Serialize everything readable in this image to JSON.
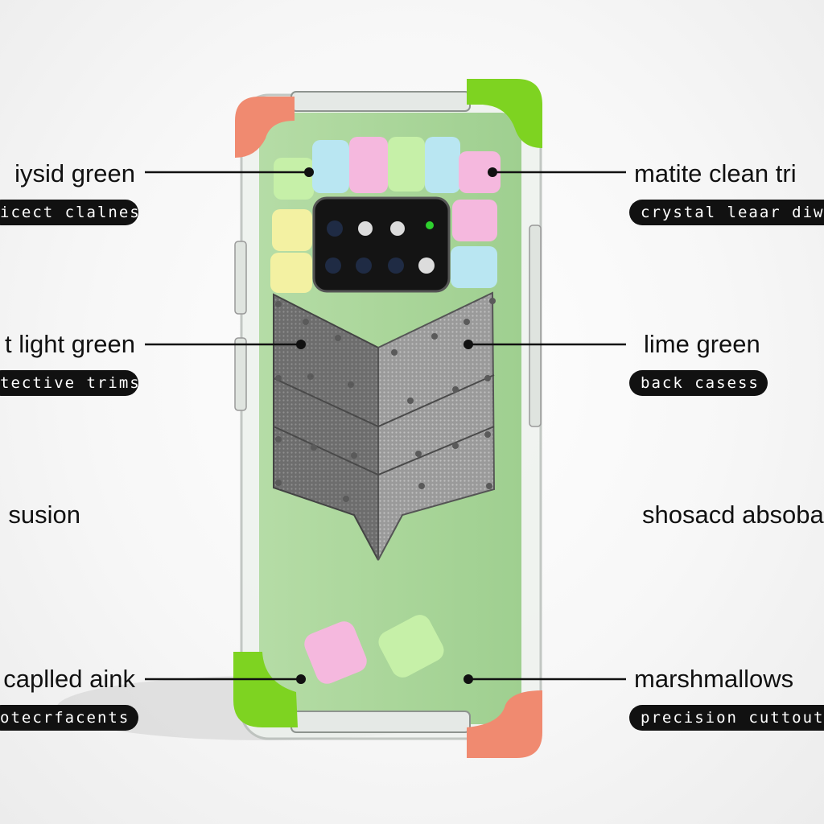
{
  "callouts": {
    "top_left": {
      "label": "iysid green",
      "tag": "icect clalnes"
    },
    "mid_left": {
      "label": "t light green",
      "tag": "tective trims"
    },
    "low_left": {
      "label": "susion",
      "tag": ""
    },
    "bot_left": {
      "label": "capl​led aink",
      "tag": "otecrfacents"
    },
    "top_right": {
      "label": "matite clean tri",
      "tag": "crystal leaar diwa"
    },
    "mid_right": {
      "label": "lime green",
      "tag": "back casess"
    },
    "low_right": {
      "label": "shosacd absoba",
      "tag": ""
    },
    "bot_right": {
      "label": "marshmallows",
      "tag": "precision cuttouts"
    }
  },
  "colors": {
    "case_body": "#a9d69b",
    "corner_coral": "#f08a70",
    "corner_lime": "#7ed321",
    "shield_metal": "#7a7a7a",
    "camera": "#141414",
    "marshmallow_pink": "#f5b8de",
    "marshmallow_blue": "#b9e6f2",
    "marshmallow_mint": "#c6f0a8",
    "marshmallow_yellow": "#f3f1a2"
  }
}
